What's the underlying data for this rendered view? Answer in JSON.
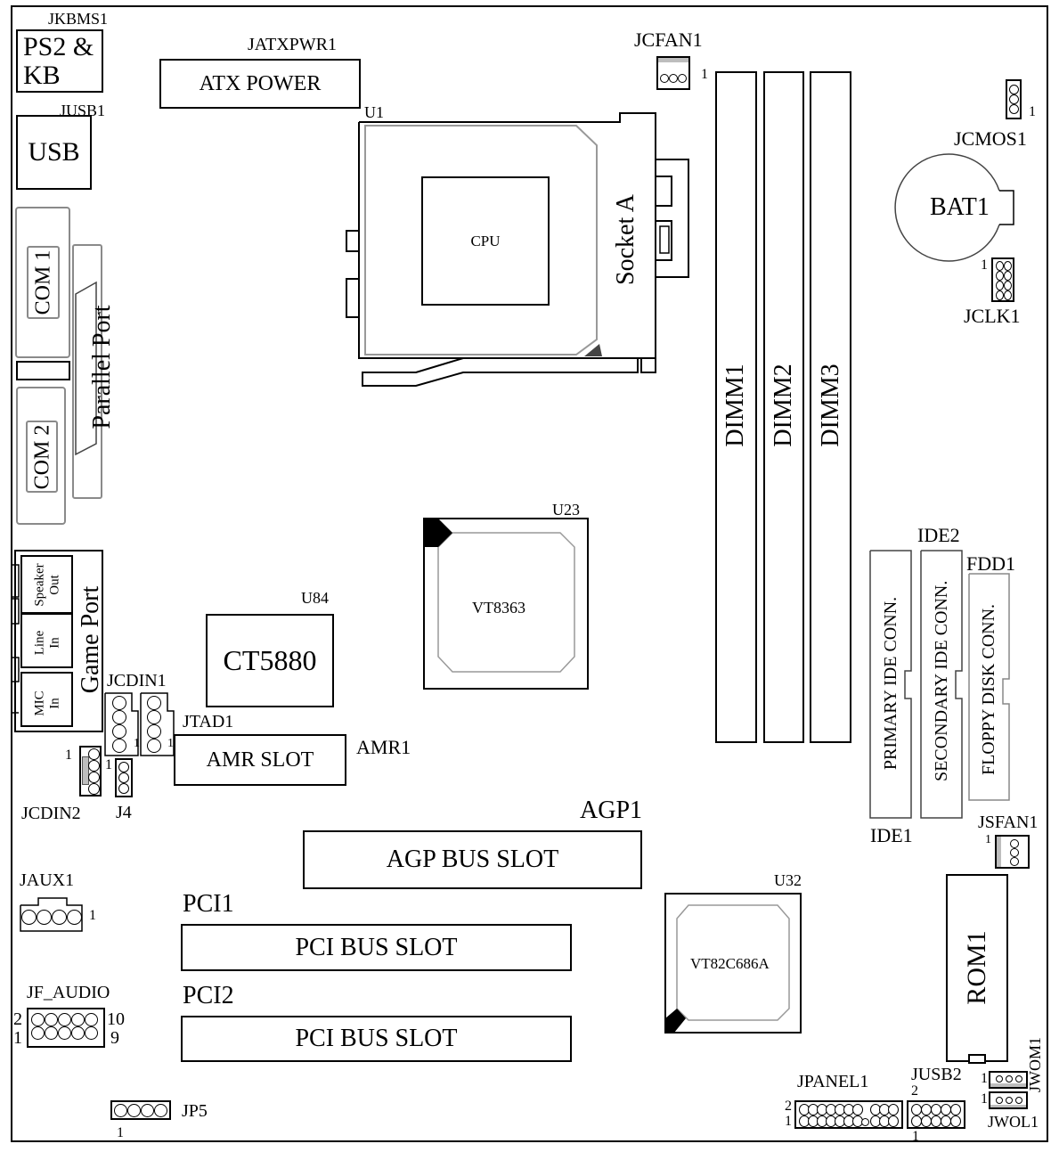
{
  "title": "Motherboard Layout",
  "components": {
    "jkbms1": {
      "ref": "JKBMS1",
      "label_line1": "PS2 &",
      "label_line2": "KB"
    },
    "jusb1": {
      "ref": "JUSB1",
      "label": "USB"
    },
    "jatxpwr1": {
      "ref": "JATXPWR1",
      "label": "ATX POWER"
    },
    "u1": {
      "ref": "U1",
      "cpu_label": "CPU",
      "socket_label": "Socket A"
    },
    "jcfan1": {
      "ref": "JCFAN1",
      "pin1": "1"
    },
    "com1": {
      "label": "COM 1"
    },
    "com2": {
      "label": "COM 2"
    },
    "parallel": {
      "label": "Parallel Port"
    },
    "dimm": [
      {
        "label": "DIMM1"
      },
      {
        "label": "DIMM2"
      },
      {
        "label": "DIMM3"
      }
    ],
    "jcmos1": {
      "ref": "JCMOS1",
      "pin1": "1"
    },
    "bat1": {
      "label": "BAT1"
    },
    "jclk1": {
      "ref": "JCLK1",
      "pin1": "1"
    },
    "game_port": {
      "label": "Game Port",
      "speaker_out": "Speaker Out",
      "line_in": "Line In",
      "mic_in": "MIC In"
    },
    "u84": {
      "ref": "U84",
      "label": "CT5880"
    },
    "u23": {
      "ref": "U23",
      "label": "VT8363"
    },
    "jcdin1": {
      "ref": "JCDIN1",
      "pin1a": "1",
      "pin1b": "1"
    },
    "jtad1": {
      "ref": "JTAD1"
    },
    "amr1": {
      "ref": "AMR1",
      "label": "AMR SLOT"
    },
    "jcdin2": {
      "ref": "JCDIN2",
      "pin1": "1"
    },
    "j4": {
      "ref": "J4",
      "pin1": "1"
    },
    "ide1": {
      "ref": "IDE1",
      "label": "PRIMARY IDE CONN."
    },
    "ide2": {
      "ref": "IDE2",
      "label": "SECONDARY IDE CONN."
    },
    "fdd1": {
      "ref": "FDD1",
      "label": "FLOPPY DISK CONN."
    },
    "agp1": {
      "ref": "AGP1",
      "label": "AGP BUS SLOT"
    },
    "jsfan1": {
      "ref": "JSFAN1",
      "pin1": "1"
    },
    "jaux1": {
      "ref": "JAUX1",
      "pin1": "1"
    },
    "pci1": {
      "ref": "PCI1",
      "label": "PCI BUS SLOT"
    },
    "pci2": {
      "ref": "PCI2",
      "label": "PCI BUS SLOT"
    },
    "u32": {
      "ref": "U32",
      "label": "VT82C686A"
    },
    "rom1": {
      "label": "ROM1"
    },
    "jf_audio": {
      "ref": "JF_AUDIO",
      "pin2": "2",
      "pin1": "1",
      "pin10": "10",
      "pin9": "9"
    },
    "jp5": {
      "ref": "JP5",
      "pin1": "1"
    },
    "jpanel1": {
      "ref": "JPANEL1",
      "pin2": "2",
      "pin1": "1"
    },
    "jusb2": {
      "ref": "JUSB2",
      "pin2": "2",
      "pin1": "1"
    },
    "jwom1": {
      "ref": "JWOM1",
      "pin1": "1"
    },
    "jwol1": {
      "ref": "JWOL1",
      "pin1": "1"
    }
  }
}
